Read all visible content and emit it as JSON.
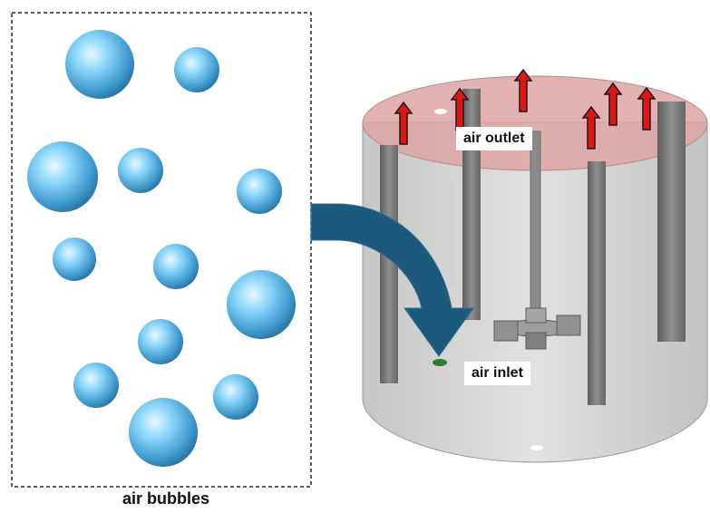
{
  "labels": {
    "air_outlet": "air outlet",
    "air_inlet": "air inlet",
    "air_bubbles": "air bubbles"
  },
  "colors": {
    "bubble_light": "#bfe9ff",
    "bubble_mid": "#6cc8f2",
    "bubble_dark": "#2a7fb0",
    "tank_body": "#c9c9c9",
    "tank_top": "#e2a9a6",
    "baffle": "#7a7a7a",
    "arrow_fill": "#1b5a7c",
    "outlet_arrow": "#e11414",
    "inlet_marker": "#2e7d32"
  },
  "icons": {
    "outlet_arrows": "up-arrow-icon",
    "transfer_arrow": "curved-down-arrow-icon"
  }
}
